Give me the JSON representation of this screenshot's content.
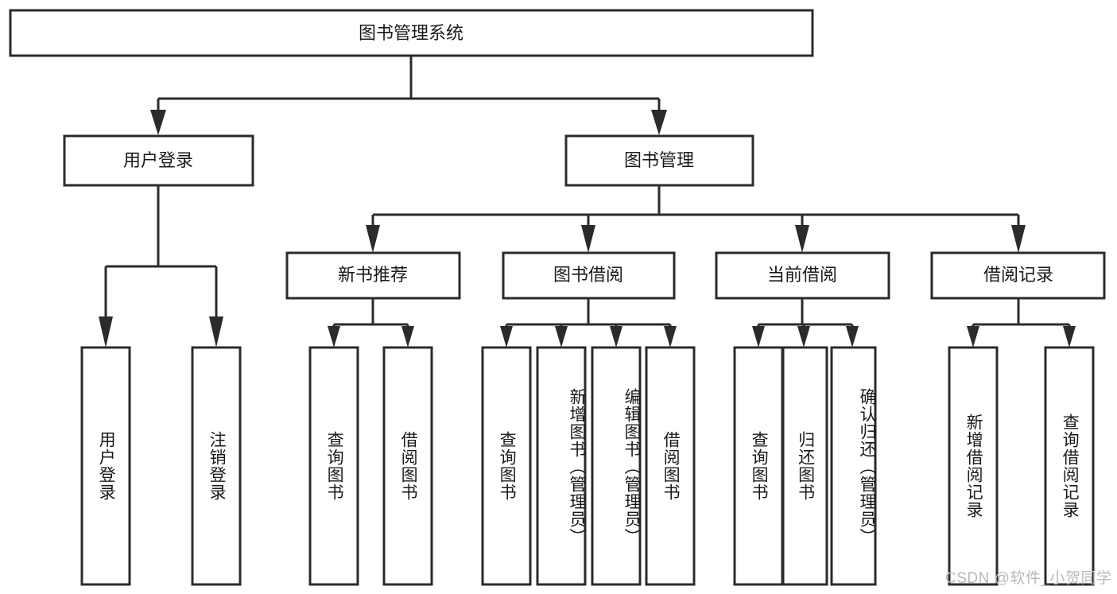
{
  "diagram": {
    "type": "tree-hierarchy",
    "title": "图书管理系统",
    "watermark": "CSDN @软件_小贺同学",
    "colors": {
      "background": "#ffffff",
      "box_fill": "#ffffff",
      "stroke": "#2b2b2b",
      "text": "#1a1a1a",
      "watermark": "#b9b9b9"
    },
    "nodes": {
      "root": {
        "label": "图书管理系统",
        "level": 1,
        "orientation": "horizontal"
      },
      "l2": [
        {
          "label": "用户登录",
          "orientation": "horizontal"
        },
        {
          "label": "图书管理",
          "orientation": "horizontal"
        }
      ],
      "l3": [
        {
          "label": "新书推荐",
          "orientation": "horizontal"
        },
        {
          "label": "图书借阅",
          "orientation": "horizontal"
        },
        {
          "label": "当前借阅",
          "orientation": "horizontal"
        },
        {
          "label": "借阅记录",
          "orientation": "horizontal"
        }
      ],
      "leaves_user_login": [
        {
          "label": "用户登录",
          "orientation": "vertical"
        },
        {
          "label": "注销登录",
          "orientation": "vertical"
        }
      ],
      "leaves_new_book": [
        {
          "label": "查询图书",
          "orientation": "vertical"
        },
        {
          "label": "借阅图书",
          "orientation": "vertical"
        }
      ],
      "leaves_borrow": [
        {
          "label": "查询图书",
          "orientation": "vertical"
        },
        {
          "label": "新增图书（管理员）",
          "orientation": "vertical"
        },
        {
          "label": "编辑图书（管理员）",
          "orientation": "vertical"
        },
        {
          "label": "借阅图书",
          "orientation": "vertical"
        }
      ],
      "leaves_current": [
        {
          "label": "查询图书",
          "orientation": "vertical"
        },
        {
          "label": "归还图书",
          "orientation": "vertical"
        },
        {
          "label": "确认归还（管理员）",
          "orientation": "vertical"
        }
      ],
      "leaves_record": [
        {
          "label": "新增借阅记录",
          "orientation": "vertical"
        },
        {
          "label": "查询借阅记录",
          "orientation": "vertical"
        }
      ]
    }
  }
}
